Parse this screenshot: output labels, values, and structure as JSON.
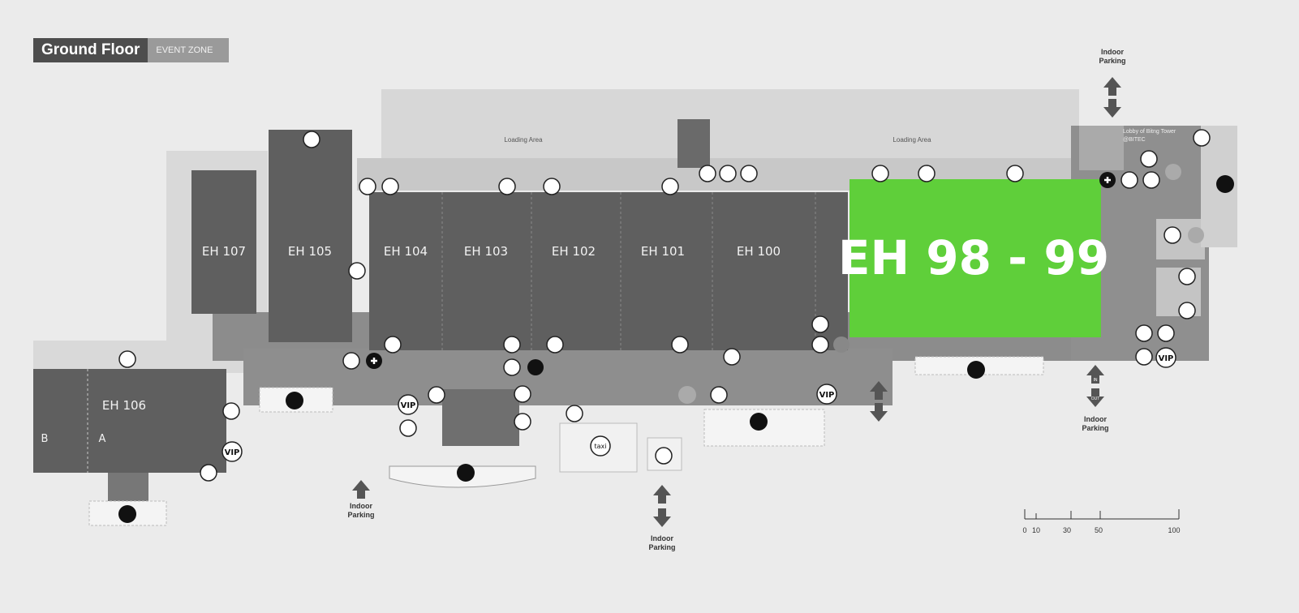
{
  "header": {
    "title": "Ground Floor",
    "subtitle": "EVENT ZONE"
  },
  "halls": {
    "eh107": "EH 107",
    "eh105": "EH 105",
    "eh104": "EH 104",
    "eh103": "EH 103",
    "eh102": "EH 102",
    "eh101": "EH 101",
    "eh100": "EH 100",
    "eh106": "EH 106",
    "eh106_a": "A",
    "eh106_b": "B",
    "highlight": "EH 98 - 99"
  },
  "areas": {
    "loading_left": "Loading Area",
    "loading_right": "Loading Area",
    "lobby_line1": "Lobby of Bitng Tower",
    "lobby_line2": "@BITEC",
    "taxi": "taxi"
  },
  "parking": {
    "label_line1": "Indoor",
    "label_line2": "Parking",
    "in": "IN",
    "out": "OUT"
  },
  "icons": {
    "vip": "VIP"
  },
  "scale_bar": {
    "ticks": [
      "0",
      "10",
      "30",
      "50",
      "100"
    ]
  },
  "colors": {
    "highlight": "#5fcf3a",
    "hall": "#5f5f5f",
    "corridor": "#8c8c8c",
    "background": "#ebebeb"
  }
}
